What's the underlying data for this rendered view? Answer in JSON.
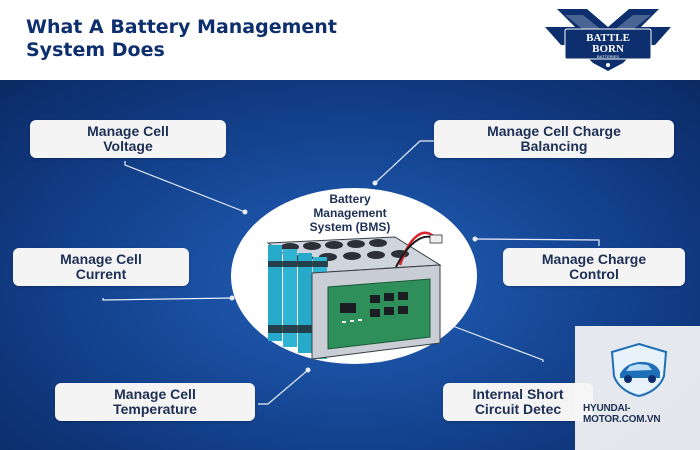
{
  "title_line1": "What A Battery Management",
  "title_line2": "System Does",
  "logo": {
    "line1": "BATTLE",
    "line2": "BORN",
    "line3": "BATTERIES",
    "icon": "battle-born-shield-logo"
  },
  "hub_label": "Battery\nManagement\nSystem (BMS)",
  "functions": {
    "cell_voltage": "Manage Cell\nVoltage",
    "charge_balancing": "Manage Cell Charge\nBalancing",
    "cell_current": "Manage Cell\nCurrent",
    "charge_control": "Manage Charge\nControl",
    "cell_temperature": "Manage Cell\nTemperature",
    "internal_short": "Internal Short\nCircuit Detec"
  },
  "watermark": {
    "site": "HYUNDAI-MOTOR.COM.VN",
    "icon": "car-shield-icon"
  },
  "colors": {
    "navy": "#0d2f6e",
    "blue": "#1a56b0",
    "cell": "#27a9c9",
    "board": "#2e8f5a"
  }
}
